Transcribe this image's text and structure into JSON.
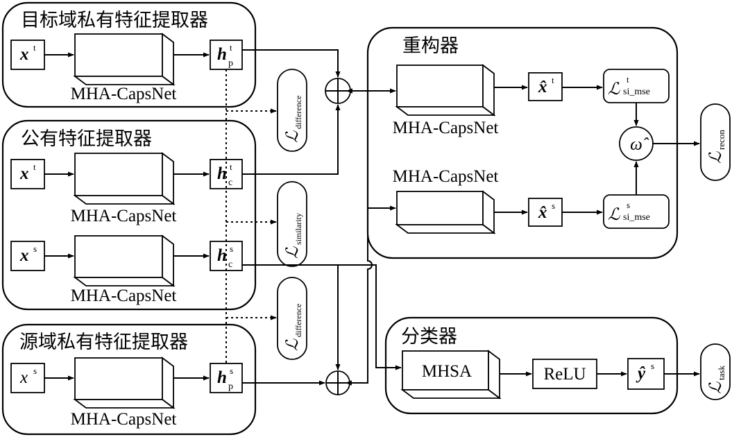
{
  "panels": {
    "target_private": "目标域私有特征提取器",
    "shared": "公有特征提取器",
    "source_private": "源域私有特征提取器",
    "reconstructor": "重构器",
    "classifier": "分类器"
  },
  "capsnet_label": "MHA-CapsNet",
  "symbols": {
    "x": "x",
    "x_hat": "x̂",
    "y_hat": "ŷ",
    "h": "h",
    "loss": "ℒ",
    "sup_t": "t",
    "sup_s": "s",
    "sub_p": "p",
    "sub_c": "c",
    "omega": "ω̂"
  },
  "losses": {
    "difference": "difference",
    "similarity": "similarity",
    "si_mse": "si_mse",
    "recon": "recon",
    "task": "task"
  },
  "classifier_blocks": {
    "mhsa": "MHSA",
    "relu": "ReLU"
  }
}
